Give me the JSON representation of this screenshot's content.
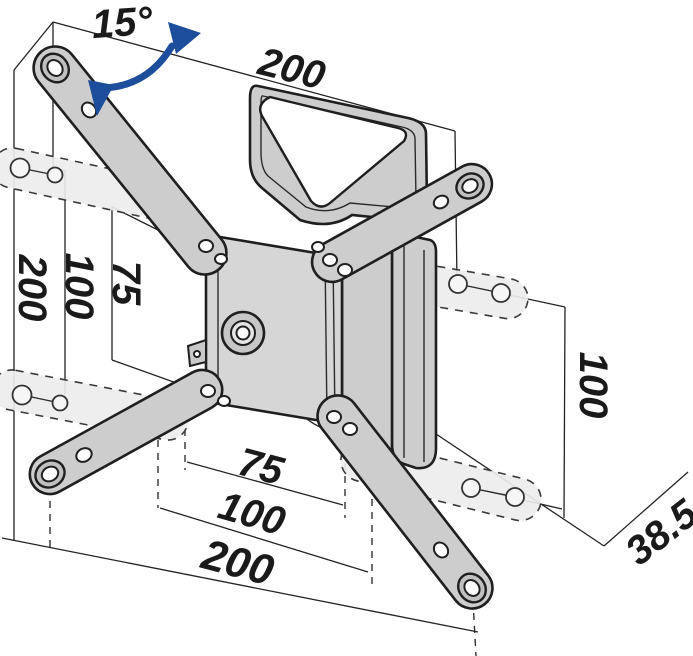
{
  "diagram": {
    "type": "technical-dimension-drawing",
    "subject": "Tilting TV wall mount bracket with four swivel VESA arms, shown with arms in rotated (solid) and horizontal (dashed ghost) positions"
  },
  "labels": {
    "angle": "15°",
    "top_width": "200",
    "left_outer": "200",
    "left_mid": "100",
    "left_inner": "75",
    "bottom_inner": "75",
    "bottom_mid": "100",
    "bottom_outer": "200",
    "right_height": "100",
    "depth": "38.5"
  },
  "colors": {
    "line": "#232323",
    "arrow_blue": "#1d4e9b",
    "metal_fill": "#cdcdcd",
    "plate_fill": "#d6d6d6",
    "ghost_fill": "#ededed",
    "background": "#ffffff"
  },
  "icons": {
    "rotation_arrow": "curved-rotation-arrow"
  }
}
